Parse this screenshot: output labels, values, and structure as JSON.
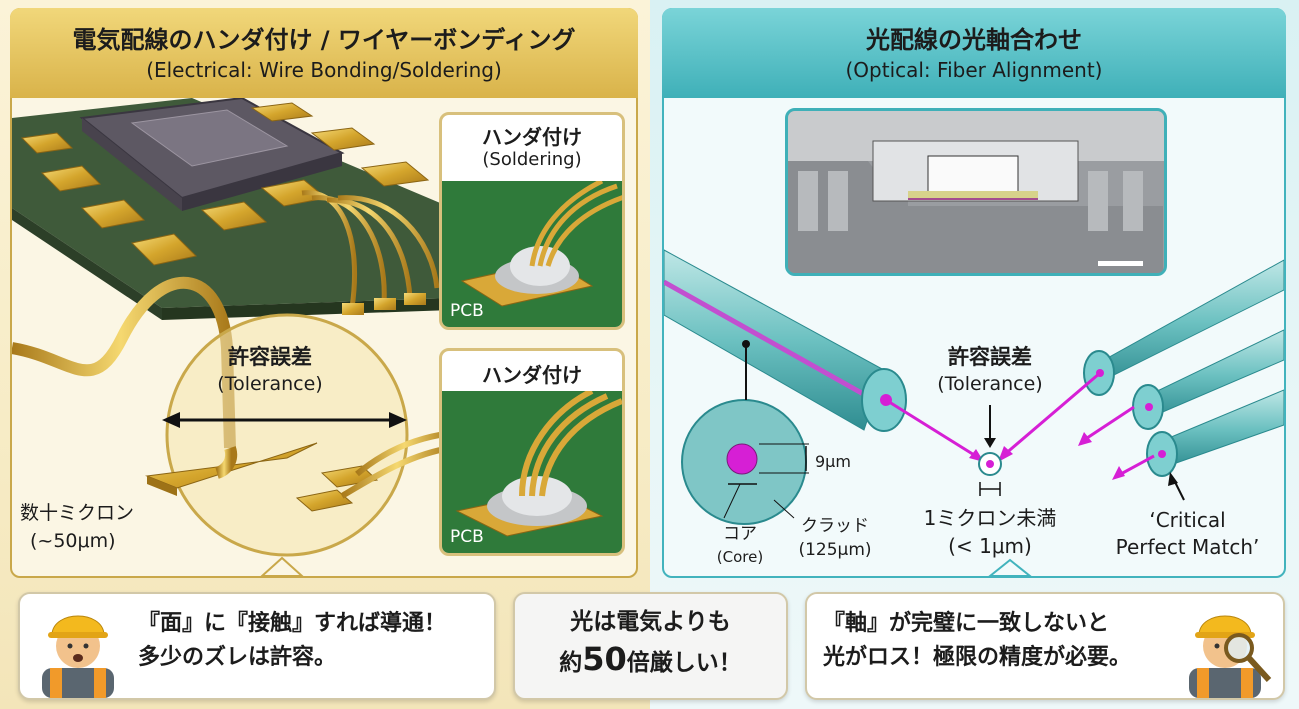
{
  "left": {
    "title": "電気配線のハンダ付け / ワイヤーボンディング",
    "subtitle": "(Electrical: Wire Bonding/Soldering)",
    "inset_top": {
      "title": "ハンダ付け",
      "subtitle": "(Soldering)",
      "board_label": "PCB"
    },
    "inset_bottom": {
      "title": "ハンダ付け",
      "board_label": "PCB"
    },
    "tolerance_label": "許容誤差",
    "tolerance_en": "(Tolerance)",
    "size_label": "数十ミクロン",
    "size_value": "(~50μm)",
    "speech_line1": "『面』に『接触』すれば導通！",
    "speech_line2": "多少のズレは許容。"
  },
  "center": {
    "line1": "光は電気よりも",
    "line2_prefix": "約",
    "line2_number": "50",
    "line2_suffix": "倍厳しい！"
  },
  "right": {
    "title": "光配線の光軸合わせ",
    "subtitle": "(Optical: Fiber Alignment)",
    "tolerance_label": "許容誤差",
    "tolerance_en": "(Tolerance)",
    "core_dim": "9μm",
    "core_label": "コア",
    "core_en": "(Core)",
    "clad_label": "クラッド",
    "clad_value": "(125μm)",
    "micron_label": "1ミクロン未満",
    "micron_value": "(< 1μm)",
    "critical_line1": "‘Critical",
    "critical_line2": "Perfect Match’",
    "speech_line1": "『軸』が完璧に一致しないと",
    "speech_line2": "光がロス！極限の精度が必要。"
  }
}
